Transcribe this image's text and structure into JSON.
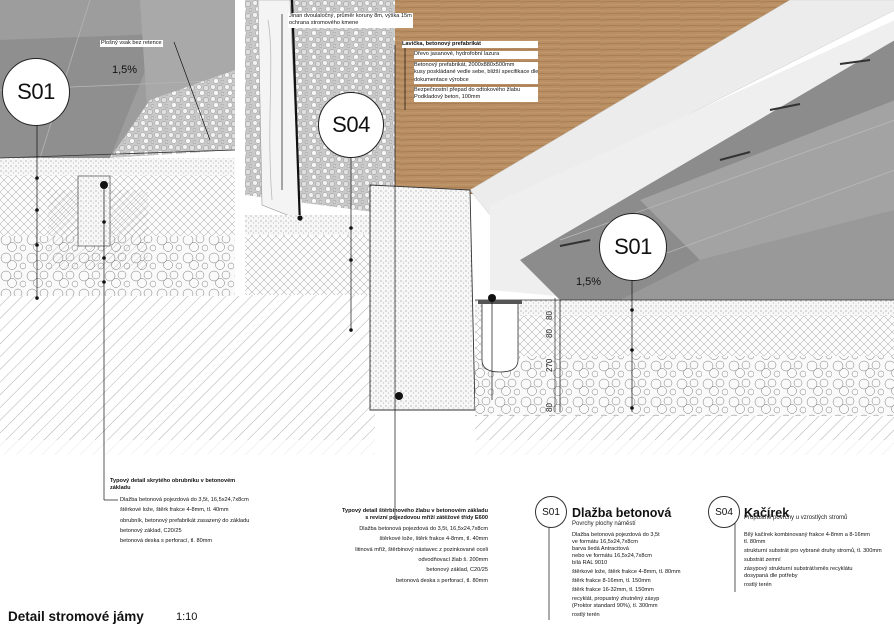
{
  "drawing": {
    "title": "Detail stromové jámy",
    "scale": "1:10"
  },
  "tags": {
    "s01": "S01",
    "s04": "S04"
  },
  "slopes": {
    "left": "1,5%",
    "right": "1,5%"
  },
  "dimensions": [
    "80",
    "80",
    "270",
    "80"
  ],
  "labels": {
    "tree": [
      "Jinan dvoulaločný, průměr koruny 8m, výška 15m",
      "ochrana stromového kmene"
    ],
    "permeable": [
      "Plošný vsak bez retence"
    ],
    "bench": [
      "Lavička, betonový prefabrikát",
      "Dřevo jasanové, hydrofobní lazura",
      "Betonový prefabrikát, 2000x880x500mm",
      "kusy poskládané vedle sebe, bližší specifikace dle",
      "dokumentace výrobce",
      "Bezpečnostní přepad do odtokového žlabu",
      "Podkladový beton, 100mm"
    ],
    "curb": [
      "Typový detail skrytého obrubníku v  betonovém",
      "základu",
      "Dlažba betonová pojezdová do 3,5t, 16,5x24,7x8cm",
      "štěrkové lože, štěrk frakce 4-8mm, tl. 40mm",
      "obrubník, betonový prefabrikát zasazený do základu",
      "betonový základ, C20/25",
      "betonová deska s perforací, tl. 80mm"
    ],
    "gutter": [
      "Typový detail štěrbinového žlabu v betonovém základu",
      "s revizní pojezdovou mříží zátěžové třídy E600",
      "Dlažba betonová pojezdová do 3,5t, 16,5x24,7x8cm",
      "štěrkové lože, štěrk frakce 4-8mm, tl. 40mm",
      "litinová mříž, štěrbinový nástavec z pozinkované oceli",
      "odvodňovací žlab š. 200mm",
      "betonový základ, C20/25",
      "betonová deska s perforací, tl. 80mm"
    ]
  },
  "legend": {
    "s01": {
      "code": "S01",
      "title": "Dlažba betonová",
      "subtitle": "Povrchy plochy náměstí",
      "layers": [
        "Dlažba betonová pojezdová do 3,5t",
        "ve formátu 16,5x24,7x8cm",
        "barva šedá Antracitová",
        "nebo ve formátu 16,5x24,7x8cm",
        "bílá RAL 9010",
        "štěrkové lože, štěrk frakce 4-8mm, tl. 80mm",
        "štěrk frakce 8-16mm, tl. 150mm",
        "štěrk frakce 16-32mm, tl. 150mm",
        "recyklát, propustný zhutněný zásyp",
        "(Proktor standard 90%), tl. 300mm",
        "rostlý terén"
      ]
    },
    "s04": {
      "code": "S04",
      "title": "Kačírek",
      "subtitle": "Propustné povrchy u vzrostlých stromů",
      "layers": [
        "Bílý kačírek kombinovaný frakce 4-8mm a 8-16mm",
        "tl. 80mm",
        "strukturní substrát pro vybrané druhy stromů, tl. 300mm",
        "substrát zemní",
        "zásypový strukturní substrát/směs recyklátu",
        "dosypaná dle potřeby",
        "rostlý terén"
      ]
    }
  }
}
